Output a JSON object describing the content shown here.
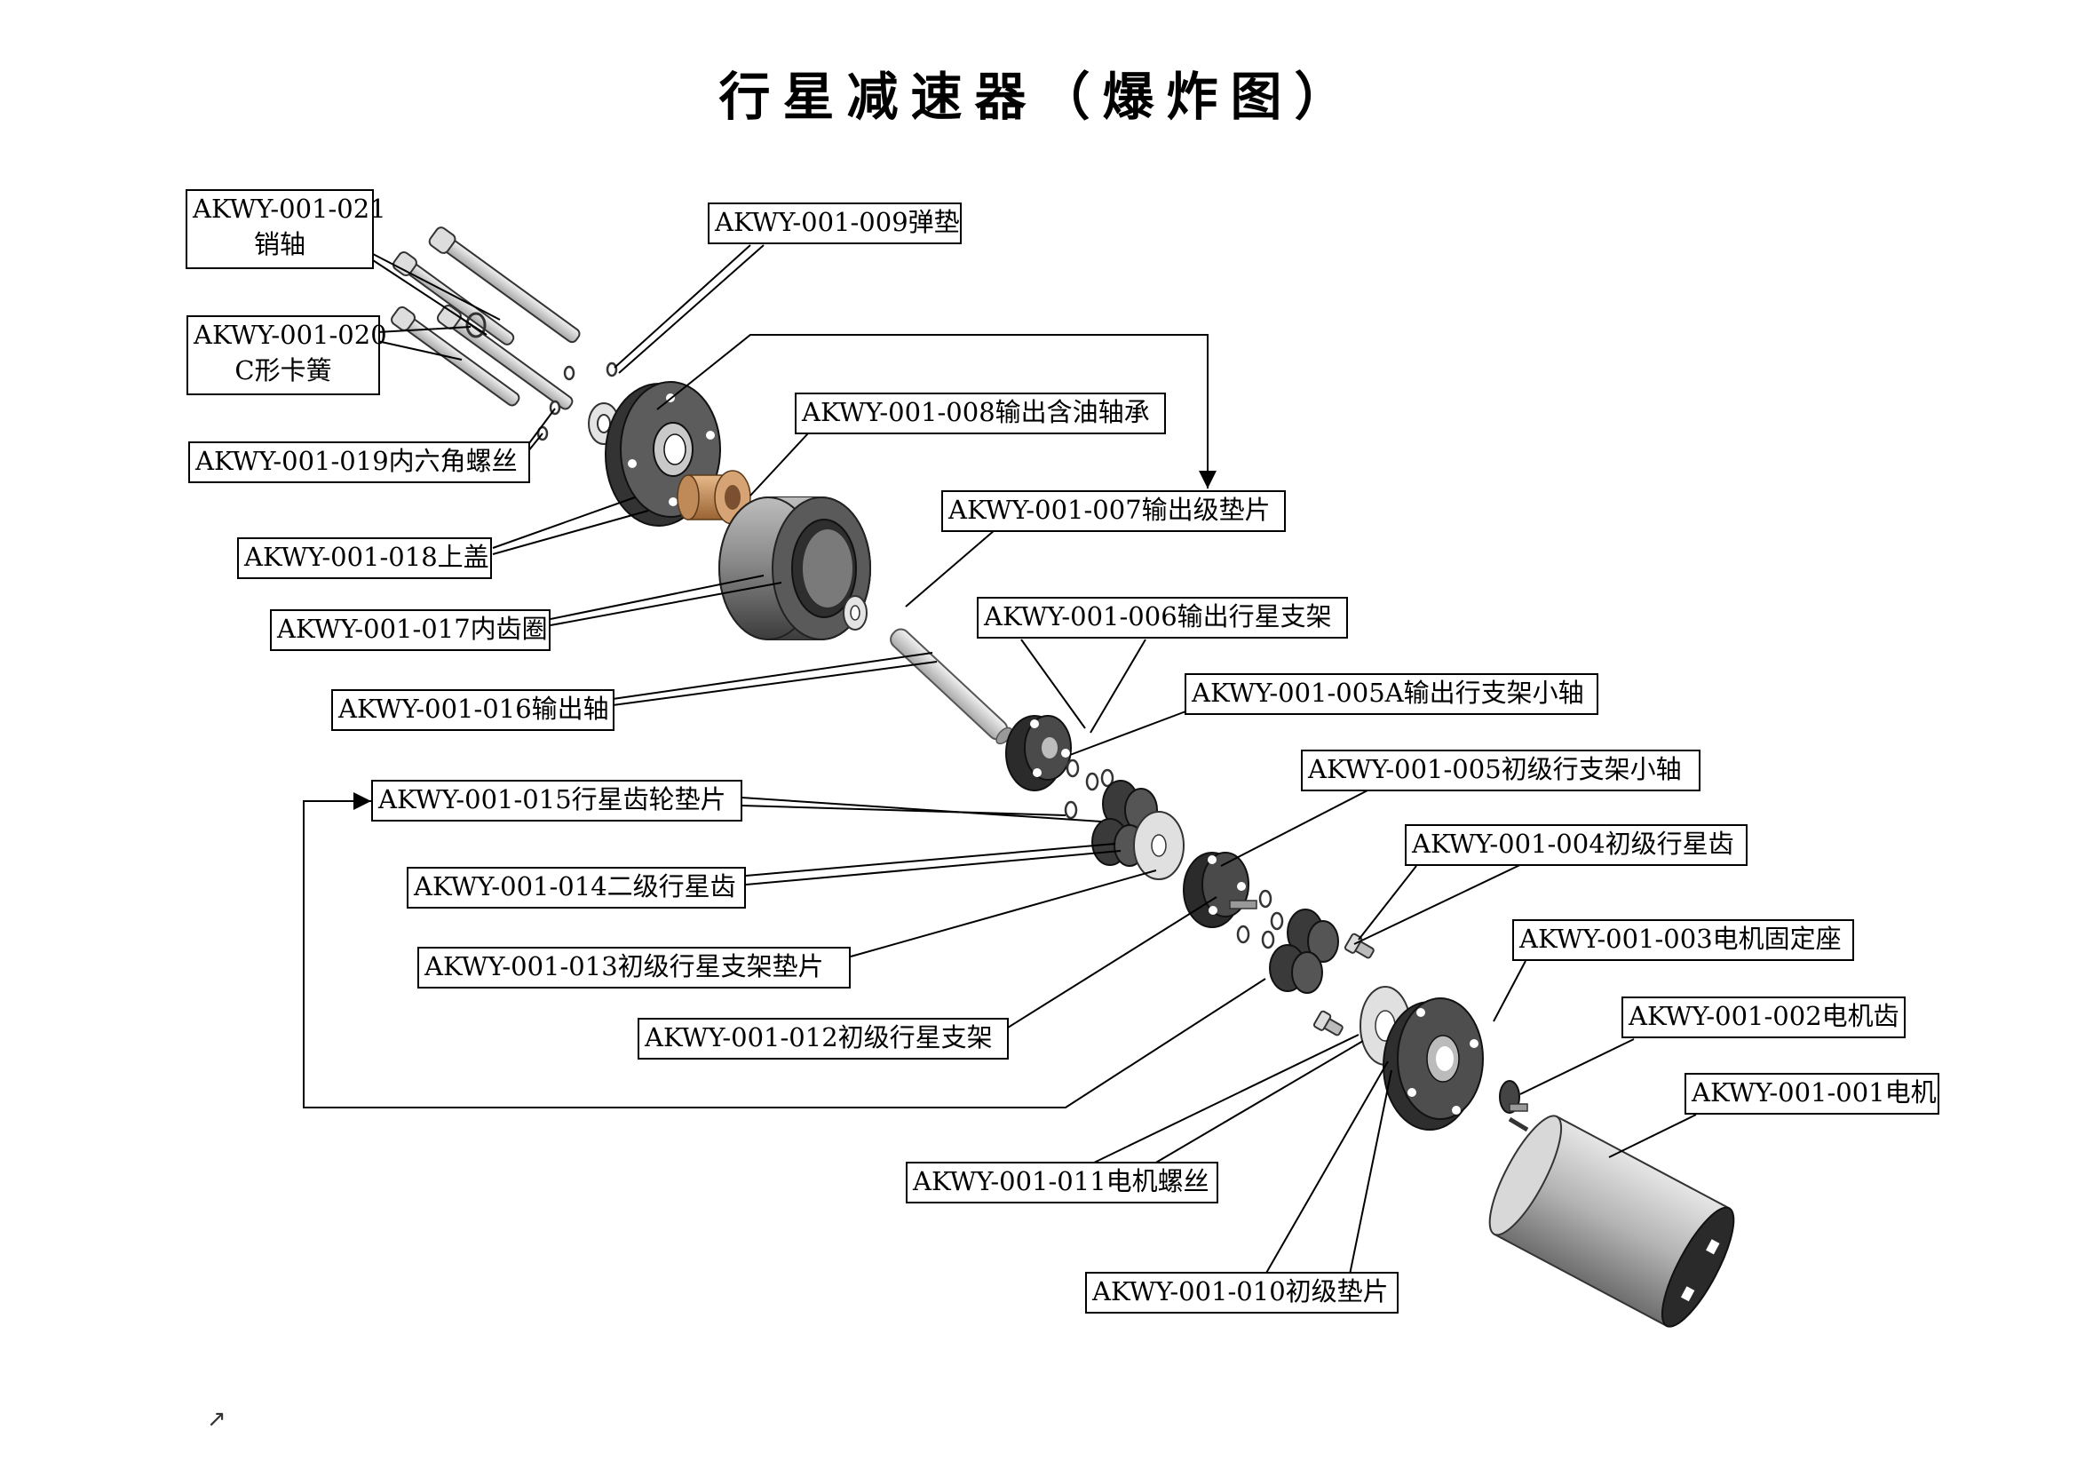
{
  "title": "行星减速器（爆炸图）",
  "corner_mark": "↗",
  "parts": [
    {
      "id": "AKWY-001-021",
      "name": "销轴"
    },
    {
      "id": "AKWY-001-020",
      "name": "C形卡簧"
    },
    {
      "id": "AKWY-001-019",
      "name": "内六角螺丝"
    },
    {
      "id": "AKWY-001-018",
      "name": "上盖"
    },
    {
      "id": "AKWY-001-017",
      "name": "内齿圈"
    },
    {
      "id": "AKWY-001-016",
      "name": "输出轴"
    },
    {
      "id": "AKWY-001-015",
      "name": "行星齿轮垫片"
    },
    {
      "id": "AKWY-001-014",
      "name": "二级行星齿"
    },
    {
      "id": "AKWY-001-013",
      "name": "初级行星支架垫片"
    },
    {
      "id": "AKWY-001-012",
      "name": "初级行星支架"
    },
    {
      "id": "AKWY-001-011",
      "name": "电机螺丝"
    },
    {
      "id": "AKWY-001-010",
      "name": "初级垫片"
    },
    {
      "id": "AKWY-001-009",
      "name": "弹垫"
    },
    {
      "id": "AKWY-001-008",
      "name": "输出含油轴承"
    },
    {
      "id": "AKWY-001-007",
      "name": "输出级垫片"
    },
    {
      "id": "AKWY-001-006",
      "name": "输出行星支架"
    },
    {
      "id": "AKWY-001-005A",
      "name": "输出行支架小轴"
    },
    {
      "id": "AKWY-001-005",
      "name": "初级行支架小轴"
    },
    {
      "id": "AKWY-001-004",
      "name": "初级行星齿"
    },
    {
      "id": "AKWY-001-003",
      "name": "电机固定座"
    },
    {
      "id": "AKWY-001-002",
      "name": "电机齿"
    },
    {
      "id": "AKWY-001-001",
      "name": "电机"
    }
  ]
}
